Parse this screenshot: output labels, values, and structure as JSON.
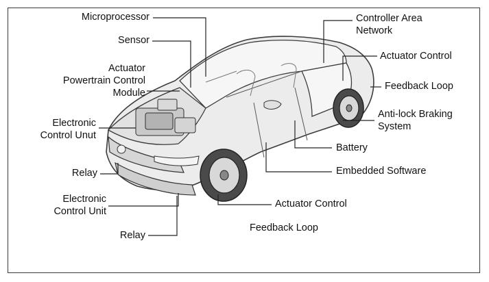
{
  "labels": {
    "microprocessor": "Microprocessor",
    "sensor": "Sensor",
    "actuator_pcm_1": "Actuator",
    "actuator_pcm_2": "Powertrain Control",
    "actuator_pcm_3": "Module",
    "ecu_left_1": "Electronic",
    "ecu_left_2": "Control Unut",
    "relay_upper": "Relay",
    "ecu_lower_1": "Electronic",
    "ecu_lower_2": "Control Unit",
    "relay_lower": "Relay",
    "can_1": "Controller Area",
    "can_2": "Network",
    "actuator_control_upper": "Actuator Control",
    "feedback_loop_upper": "Feedback Loop",
    "abs_1": "Anti-lock Braking",
    "abs_2": "System",
    "battery": "Battery",
    "embedded_software": "Embedded Software",
    "actuator_control_lower": "Actuator Control",
    "feedback_loop_lower": "Feedback Loop"
  },
  "colors": {
    "line": "#222222",
    "car_outline": "#3c3c3c",
    "car_fill": "#e9e9e9"
  }
}
